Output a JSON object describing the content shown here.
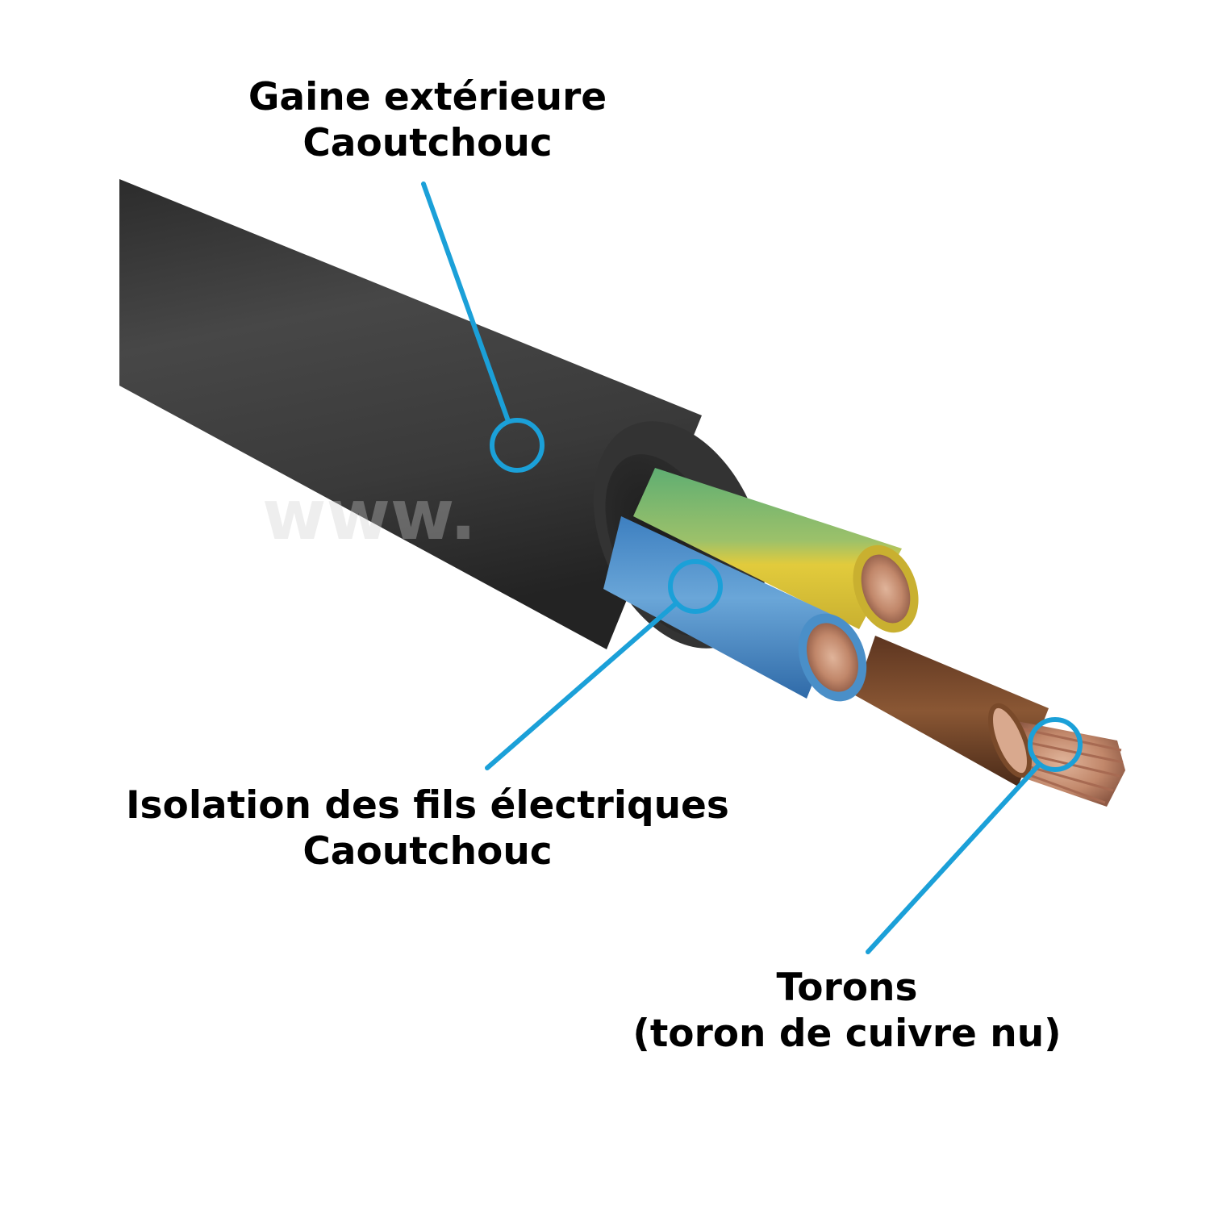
{
  "labels": {
    "outer_sheath": {
      "line1": "Gaine extérieure",
      "line2": "Caoutchouc"
    },
    "insulation": {
      "line1": "Isolation des fils électriques",
      "line2": "Caoutchouc"
    },
    "strands": {
      "line1": "Torons",
      "line2": "(toron de cuivre nu)"
    }
  },
  "watermark": "www.",
  "colors": {
    "callout": "#1ba0d8",
    "sheath": "#3a3a3a",
    "wire_green_yellow": "#7cb46a",
    "wire_blue": "#4a8fc8",
    "wire_brown": "#7a4a2a",
    "copper": "#c58a6a",
    "text": "#000000"
  }
}
